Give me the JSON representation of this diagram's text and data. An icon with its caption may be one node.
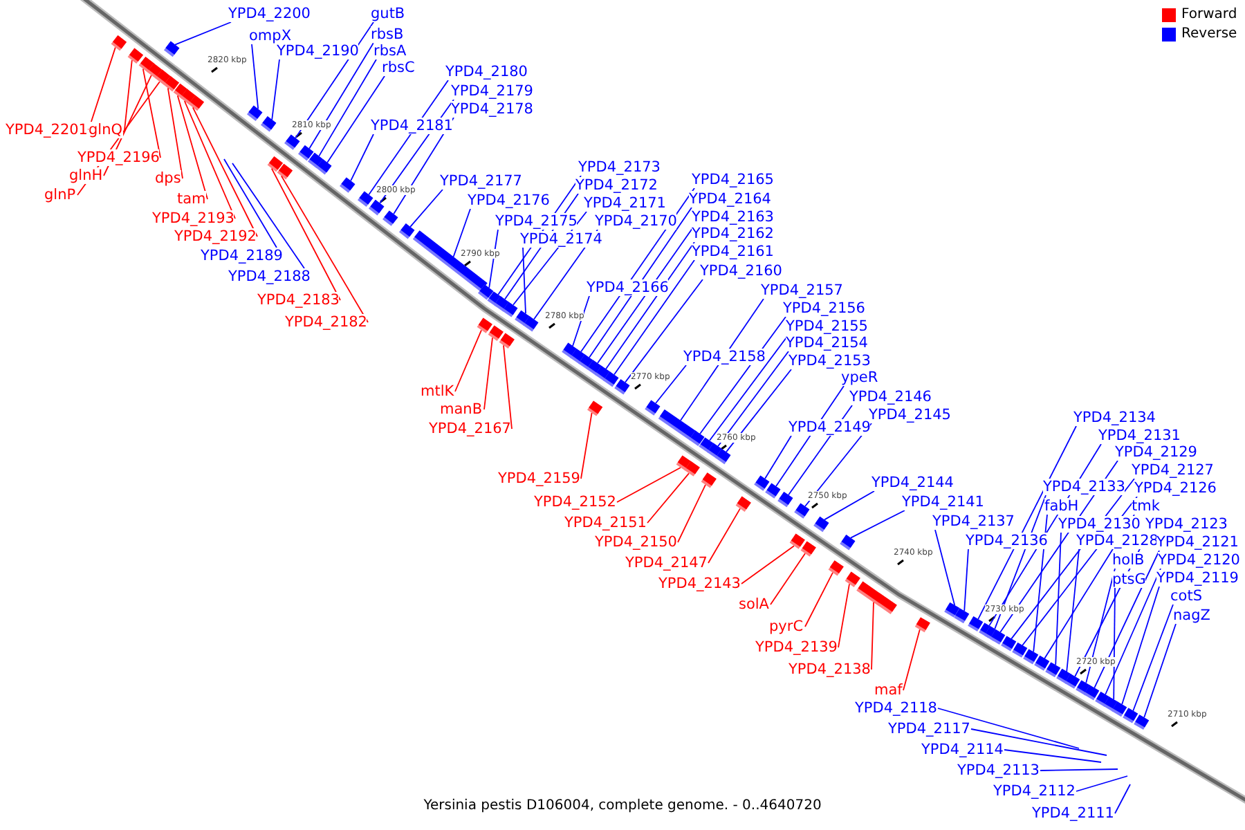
{
  "diagram": {
    "caption": "Yersinia pestis D106004, complete genome. - 0..4640720",
    "nodes": [
      {
        "text": [
          "YPD4_2200"
        ]
      },
      {
        "text": [
          "ompX"
        ]
      },
      {
        "text": [
          "YPD4_2190"
        ]
      },
      {
        "text": [
          "gutB"
        ]
      },
      {
        "text": [
          "rbsB"
        ]
      },
      {
        "text": [
          "rbsA"
        ]
      },
      {
        "text": [
          "rbsC"
        ]
      },
      {
        "text": [
          "YPD4_2180"
        ]
      },
      {
        "text": [
          "YPD4_2179"
        ]
      },
      {
        "text": [
          "YPD4_2178"
        ]
      },
      {
        "text": [
          "YPD4_2181"
        ]
      },
      {
        "text": [
          "YPD4_2177"
        ]
      },
      {
        "text": [
          "YPD4_2176"
        ]
      },
      {
        "text": [
          "YPD4_2173"
        ]
      },
      {
        "text": [
          "YPD4_2172"
        ]
      },
      {
        "text": [
          "YPD4_2171"
        ]
      },
      {
        "text": [
          "YPD4_2170"
        ]
      },
      {
        "text": [
          "YPD4_2175"
        ]
      },
      {
        "text": [
          "YPD4_2174"
        ]
      },
      {
        "text": [
          "YPD4_2165"
        ]
      },
      {
        "text": [
          "YPD4_2164"
        ]
      },
      {
        "text": [
          "YPD4_2163"
        ]
      },
      {
        "text": [
          "YPD4_2162"
        ]
      },
      {
        "text": [
          "YPD4_2161"
        ]
      },
      {
        "text": [
          "YPD4_2160"
        ]
      },
      {
        "text": [
          "YPD4_2166"
        ]
      },
      {
        "text": [
          "YPD4_2157"
        ]
      },
      {
        "text": [
          "YPD4_2156"
        ]
      },
      {
        "text": [
          "YPD4_2155"
        ]
      },
      {
        "text": [
          "YPD4_2154"
        ]
      },
      {
        "text": [
          "YPD4_2153"
        ]
      },
      {
        "text": [
          "YPD4_2158"
        ]
      },
      {
        "text": [
          "ypeR"
        ]
      },
      {
        "text": [
          "YPD4_2146"
        ]
      },
      {
        "text": [
          "YPD4_2145"
        ]
      },
      {
        "text": [
          "YPD4_2149"
        ]
      },
      {
        "text": [
          "YPD4_2144"
        ]
      },
      {
        "text": [
          "YPD4_2141"
        ]
      },
      {
        "text": [
          "YPD4_2134"
        ]
      },
      {
        "text": [
          "YPD4_2131"
        ]
      },
      {
        "text": [
          "YPD4_2129"
        ]
      },
      {
        "text": [
          "YPD4_2127"
        ]
      },
      {
        "text": [
          "YPD4_2126"
        ]
      },
      {
        "text": [
          "YPD4_2133"
        ]
      },
      {
        "text": [
          "fabH"
        ]
      },
      {
        "text": [
          "YPD4_2137"
        ]
      },
      {
        "text": [
          "tmk"
        ]
      },
      {
        "text": [
          "YPD4_2130"
        ]
      },
      {
        "text": [
          "YPD4_2123"
        ]
      },
      {
        "text": [
          "YPD4_2136"
        ]
      },
      {
        "text": [
          "YPD4_2128"
        ]
      },
      {
        "text": [
          "YPD4_2121"
        ]
      },
      {
        "text": [
          "holB"
        ]
      },
      {
        "text": [
          "YPD4_2120"
        ]
      },
      {
        "text": [
          "ptsG"
        ]
      },
      {
        "text": [
          "YPD4_2119"
        ]
      },
      {
        "text": [
          "cotS"
        ]
      },
      {
        "text": [
          "nagZ"
        ]
      },
      {
        "text": [
          "YPD4_2189"
        ]
      },
      {
        "text": [
          "YPD4_2188"
        ]
      },
      {
        "text": [
          "YPD4_2118"
        ]
      },
      {
        "text": [
          "YPD4_2117"
        ]
      },
      {
        "text": [
          "YPD4_2114"
        ]
      },
      {
        "text": [
          "YPD4_2113"
        ]
      },
      {
        "text": [
          "YPD4_2112"
        ]
      },
      {
        "text": [
          "YPD4_2111"
        ]
      },
      {
        "text": [
          "YPD4_2201"
        ]
      },
      {
        "text": [
          "glnQ"
        ]
      },
      {
        "text": [
          "YPD4_2196"
        ]
      },
      {
        "text": [
          "glnH"
        ]
      },
      {
        "text": [
          "glnP"
        ]
      },
      {
        "text": [
          "dps"
        ]
      },
      {
        "text": [
          "tam"
        ]
      },
      {
        "text": [
          "YPD4_2193"
        ]
      },
      {
        "text": [
          "YPD4_2192"
        ]
      },
      {
        "text": [
          "YPD4_2183"
        ]
      },
      {
        "text": [
          "YPD4_2182"
        ]
      },
      {
        "text": [
          "mtlK"
        ]
      },
      {
        "text": [
          "manB"
        ]
      },
      {
        "text": [
          "YPD4_2167"
        ]
      },
      {
        "text": [
          "YPD4_2159"
        ]
      },
      {
        "text": [
          "YPD4_2152"
        ]
      },
      {
        "text": [
          "YPD4_2151"
        ]
      },
      {
        "text": [
          "YPD4_2150"
        ]
      },
      {
        "text": [
          "YPD4_2147"
        ]
      },
      {
        "text": [
          "YPD4_2143"
        ]
      },
      {
        "text": [
          "solA"
        ]
      },
      {
        "text": [
          "pyrC"
        ]
      },
      {
        "text": [
          "YPD4_2139"
        ]
      },
      {
        "text": [
          "YPD4_2138"
        ]
      },
      {
        "text": [
          "maf"
        ]
      },
      {
        "text": [],
        "shape": "bar"
      },
      {
        "text": [],
        "shape": "bar"
      },
      {
        "text": [],
        "shape": "bar"
      },
      {
        "text": [],
        "shape": "bar"
      },
      {
        "text": [],
        "shape": "bar"
      },
      {
        "text": [],
        "shape": "bar"
      },
      {
        "text": [],
        "shape": "bar"
      },
      {
        "text": [],
        "shape": "bar"
      },
      {
        "text": [],
        "shape": "bar"
      },
      {
        "text": [],
        "shape": "bar"
      },
      {
        "text": [],
        "shape": "bar"
      },
      {
        "text": [],
        "shape": "bar"
      },
      {
        "text": [],
        "shape": "bar"
      },
      {
        "text": [],
        "shape": "bar"
      },
      {
        "text": [],
        "shape": "bar"
      },
      {
        "text": [],
        "shape": "bar"
      },
      {
        "text": [],
        "shape": "bar"
      },
      {
        "text": [],
        "shape": "bar"
      },
      {
        "text": [],
        "shape": "bar"
      },
      {
        "text": [],
        "shape": "bar"
      },
      {
        "text": [],
        "shape": "bar"
      },
      {
        "text": [],
        "shape": "bar"
      },
      {
        "text": [],
        "shape": "bar"
      },
      {
        "text": [],
        "shape": "bar"
      },
      {
        "text": [],
        "shape": "bar"
      },
      {
        "text": [],
        "shape": "bar"
      },
      {
        "text": [],
        "shape": "bar"
      },
      {
        "text": [],
        "shape": "bar"
      },
      {
        "text": [],
        "shape": "bar"
      },
      {
        "text": [],
        "shape": "bar"
      },
      {
        "text": [],
        "shape": "bar"
      },
      {
        "text": [],
        "shape": "bar"
      },
      {
        "text": [],
        "shape": "bar"
      },
      {
        "text": [],
        "shape": "bar"
      },
      {
        "text": [],
        "shape": "bar"
      },
      {
        "text": [],
        "shape": "bar"
      },
      {
        "text": [],
        "shape": "bar"
      },
      {
        "text": [],
        "shape": "bar"
      },
      {
        "text": [],
        "shape": "bar"
      },
      {
        "text": [],
        "shape": "bar"
      },
      {
        "text": [],
        "shape": "bar"
      },
      {
        "text": [],
        "shape": "bar"
      },
      {
        "text": [],
        "shape": "bar"
      },
      {
        "text": [],
        "shape": "bar"
      },
      {
        "text": [],
        "shape": "bar"
      },
      {
        "text": [],
        "shape": "bar"
      },
      {
        "text": [],
        "shape": "bar"
      },
      {
        "text": [],
        "shape": "bar"
      },
      {
        "text": [],
        "shape": "bar"
      },
      {
        "text": [],
        "shape": "bar"
      },
      {
        "text": [],
        "shape": "bar"
      },
      {
        "text": [],
        "shape": "bar"
      },
      {
        "text": [],
        "shape": "bar"
      },
      {
        "text": [],
        "shape": "bar"
      },
      {
        "text": [],
        "shape": "bar"
      },
      {
        "text": [],
        "shape": "bar"
      },
      {
        "text": [],
        "shape": "bar"
      },
      {
        "text": [],
        "shape": "bar"
      },
      {
        "text": [],
        "shape": "bar"
      },
      {
        "text": [],
        "shape": "bar"
      },
      {
        "text": [],
        "shape": "bar"
      },
      {
        "text": [],
        "shape": "bar"
      },
      {
        "text": [],
        "shape": "bar"
      },
      {
        "text": [],
        "shape": "bar"
      },
      {
        "text": [],
        "shape": "bar"
      },
      {
        "text": [],
        "shape": "bar"
      },
      {
        "text": [],
        "shape": "bar"
      },
      {
        "text": [],
        "shape": "bar"
      },
      {
        "text": [],
        "shape": "bar"
      },
      {
        "text": [],
        "shape": "bar"
      },
      {
        "text": [],
        "shape": "bar"
      },
      {
        "text": [],
        "shape": "bar"
      },
      {
        "text": [],
        "shape": "bar"
      },
      {
        "text": [],
        "shape": "bar"
      },
      {
        "text": [],
        "shape": "bar"
      },
      {
        "text": [],
        "shape": "bar"
      },
      {
        "text": [],
        "shape": "bar"
      },
      {
        "text": [],
        "shape": "bar"
      },
      {
        "text": [],
        "shape": "bar"
      },
      {
        "text": [],
        "shape": "bar"
      },
      {
        "text": [],
        "shape": "bar"
      },
      {
        "text": [],
        "shape": "bar"
      },
      {
        "text": [],
        "shape": "bar"
      }
    ],
    "edges": [
      {
        "from": 0,
        "to": 97,
        "arrow": "none"
      },
      {
        "from": 1,
        "to": 101,
        "arrow": "none"
      },
      {
        "from": 2,
        "to": 102,
        "arrow": "none"
      },
      {
        "from": 3,
        "to": 105,
        "arrow": "none"
      },
      {
        "from": 4,
        "to": 106,
        "arrow": "none"
      },
      {
        "from": 5,
        "to": 107,
        "arrow": "none"
      },
      {
        "from": 6,
        "to": 108,
        "arrow": "none"
      },
      {
        "from": 7,
        "to": 110,
        "arrow": "none"
      },
      {
        "from": 8,
        "to": 111,
        "arrow": "none"
      },
      {
        "from": 9,
        "to": 112,
        "arrow": "none"
      },
      {
        "from": 10,
        "to": 109,
        "arrow": "none"
      },
      {
        "from": 11,
        "to": 113,
        "arrow": "none"
      },
      {
        "from": 12,
        "to": 114,
        "arrow": "none"
      },
      {
        "from": 13,
        "to": 118,
        "arrow": "none"
      },
      {
        "from": 14,
        "to": 119,
        "arrow": "none"
      },
      {
        "from": 15,
        "to": 121,
        "arrow": "none"
      },
      {
        "from": 16,
        "to": 123,
        "arrow": "none"
      },
      {
        "from": 17,
        "to": 116,
        "arrow": "none"
      },
      {
        "from": 18,
        "to": 122,
        "arrow": "none"
      },
      {
        "from": 19,
        "to": 125,
        "arrow": "none"
      },
      {
        "from": 20,
        "to": 126,
        "arrow": "none"
      },
      {
        "from": 21,
        "to": 127,
        "arrow": "none"
      },
      {
        "from": 22,
        "to": 129,
        "arrow": "none"
      },
      {
        "from": 23,
        "to": 130,
        "arrow": "none"
      },
      {
        "from": 24,
        "to": 131,
        "arrow": "none"
      },
      {
        "from": 25,
        "to": 124,
        "arrow": "none"
      },
      {
        "from": 26,
        "to": 133,
        "arrow": "none"
      },
      {
        "from": 27,
        "to": 136,
        "arrow": "none"
      },
      {
        "from": 28,
        "to": 137,
        "arrow": "none"
      },
      {
        "from": 29,
        "to": 139,
        "arrow": "none"
      },
      {
        "from": 30,
        "to": 140,
        "arrow": "none"
      },
      {
        "from": 31,
        "to": 132,
        "arrow": "none"
      },
      {
        "from": 32,
        "to": 143,
        "arrow": "none"
      },
      {
        "from": 33,
        "to": 144,
        "arrow": "none"
      },
      {
        "from": 34,
        "to": 146,
        "arrow": "none"
      },
      {
        "from": 35,
        "to": 142,
        "arrow": "none"
      },
      {
        "from": 36,
        "to": 148,
        "arrow": "none"
      },
      {
        "from": 37,
        "to": 150,
        "arrow": "none"
      },
      {
        "from": 38,
        "to": 156,
        "arrow": "none"
      },
      {
        "from": 39,
        "to": 157,
        "arrow": "none"
      },
      {
        "from": 40,
        "to": 159,
        "arrow": "none"
      },
      {
        "from": 41,
        "to": 160,
        "arrow": "none"
      },
      {
        "from": 42,
        "to": 161,
        "arrow": "none"
      },
      {
        "from": 43,
        "to": 158,
        "arrow": "none"
      },
      {
        "from": 44,
        "to": 162,
        "arrow": "none"
      },
      {
        "from": 45,
        "to": 154,
        "arrow": "none"
      },
      {
        "from": 46,
        "to": 163,
        "arrow": "none"
      },
      {
        "from": 47,
        "to": 164,
        "arrow": "none"
      },
      {
        "from": 48,
        "to": 166,
        "arrow": "none"
      },
      {
        "from": 49,
        "to": 155,
        "arrow": "none"
      },
      {
        "from": 50,
        "to": 165,
        "arrow": "none"
      },
      {
        "from": 51,
        "to": 168,
        "arrow": "none"
      },
      {
        "from": 52,
        "to": 167,
        "arrow": "none"
      },
      {
        "from": 53,
        "to": 169,
        "arrow": "none"
      },
      {
        "from": 54,
        "to": 170,
        "arrow": "none"
      },
      {
        "from": 55,
        "to": 171,
        "arrow": "none"
      },
      {
        "from": 56,
        "to": 172,
        "arrow": "none"
      },
      {
        "from": 57,
        "to": 173,
        "arrow": "none"
      },
      {
        "from": 58,
        "to": null,
        "arrow": "none"
      },
      {
        "from": 59,
        "to": null,
        "arrow": "none"
      },
      {
        "from": 60,
        "to": null,
        "arrow": "none"
      },
      {
        "from": 61,
        "to": null,
        "arrow": "none"
      },
      {
        "from": 62,
        "to": null,
        "arrow": "none"
      },
      {
        "from": 63,
        "to": null,
        "arrow": "none"
      },
      {
        "from": 64,
        "to": null,
        "arrow": "none"
      },
      {
        "from": 65,
        "to": null,
        "arrow": "none"
      },
      {
        "from": 66,
        "to": 91,
        "arrow": "none",
        "color": "#ff0000"
      },
      {
        "from": 67,
        "to": 92,
        "arrow": "none",
        "color": "#ff0000"
      },
      {
        "from": 68,
        "to": 93,
        "arrow": "none",
        "color": "#ff0000"
      },
      {
        "from": 69,
        "to": 94,
        "arrow": "none",
        "color": "#ff0000"
      },
      {
        "from": 70,
        "to": 95,
        "arrow": "none",
        "color": "#ff0000"
      },
      {
        "from": 71,
        "to": 96,
        "arrow": "none",
        "color": "#ff0000"
      },
      {
        "from": 72,
        "to": 98,
        "arrow": "none",
        "color": "#ff0000"
      },
      {
        "from": 73,
        "to": 99,
        "arrow": "none",
        "color": "#ff0000"
      },
      {
        "from": 74,
        "to": 100,
        "arrow": "none",
        "color": "#ff0000"
      },
      {
        "from": 75,
        "to": 103,
        "arrow": "none",
        "color": "#ff0000"
      },
      {
        "from": 76,
        "to": 104,
        "arrow": "none",
        "color": "#ff0000"
      },
      {
        "from": 77,
        "to": 115,
        "arrow": "none",
        "color": "#ff0000"
      },
      {
        "from": 78,
        "to": 117,
        "arrow": "none",
        "color": "#ff0000"
      },
      {
        "from": 79,
        "to": 120,
        "arrow": "none",
        "color": "#ff0000"
      },
      {
        "from": 80,
        "to": 128,
        "arrow": "none",
        "color": "#ff0000"
      },
      {
        "from": 81,
        "to": 134,
        "arrow": "none",
        "color": "#ff0000"
      },
      {
        "from": 82,
        "to": 135,
        "arrow": "none",
        "color": "#ff0000"
      },
      {
        "from": 83,
        "to": 138,
        "arrow": "none",
        "color": "#ff0000"
      },
      {
        "from": 84,
        "to": 141,
        "arrow": "none",
        "color": "#ff0000"
      },
      {
        "from": 85,
        "to": 145,
        "arrow": "none",
        "color": "#ff0000"
      },
      {
        "from": 86,
        "to": 147,
        "arrow": "none",
        "color": "#ff0000"
      },
      {
        "from": 87,
        "to": 149,
        "arrow": "none",
        "color": "#ff0000"
      },
      {
        "from": 88,
        "to": 151,
        "arrow": "none",
        "color": "#ff0000"
      },
      {
        "from": 89,
        "to": 152,
        "arrow": "none",
        "color": "#ff0000"
      },
      {
        "from": 90,
        "to": 153,
        "arrow": "none",
        "color": "#ff0000"
      }
    ],
    "labels": [
      "2820 kbp",
      "2810 kbp",
      "2800 kbp",
      "2790 kbp",
      "2780 kbp",
      "2770 kbp",
      "2760 kbp",
      "2750 kbp",
      "2740 kbp",
      "2730 kbp",
      "2720 kbp",
      "2710 kbp"
    ],
    "legend": [
      {
        "text": "Forward",
        "color": "#ff0000"
      },
      {
        "text": "Reverse",
        "color": "#0000ff"
      }
    ]
  }
}
